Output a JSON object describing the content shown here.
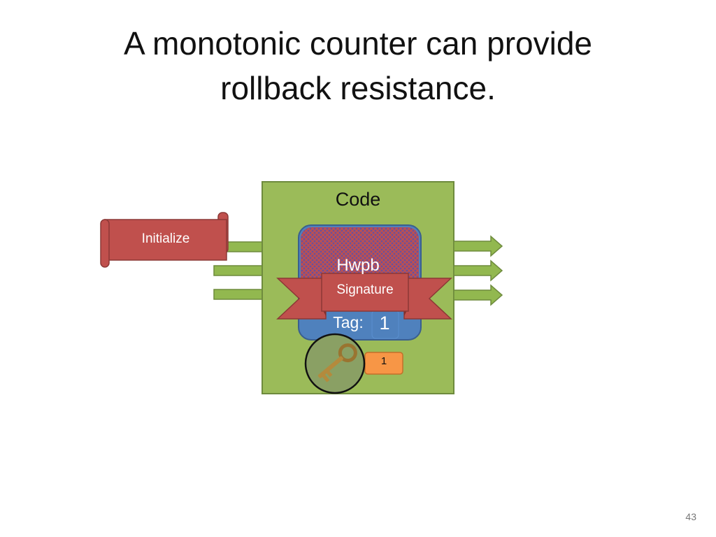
{
  "slide": {
    "title_lines": [
      "A monotonic counter can provide",
      "rollback resistance."
    ],
    "page_number": "43"
  },
  "diagram": {
    "code_label": "Code",
    "protected_label": "Hwpb",
    "tag_label": "Tag:",
    "tag_value": "1",
    "counter_value": "1",
    "initialize_label": "Initialize",
    "signature_label": "Signature",
    "key_icon": "key-icon"
  },
  "colors": {
    "code_box": "#9bbb59",
    "code_border": "#6e8b3d",
    "arrow": "#92b84f",
    "protected_box": "#4f81bd",
    "hatch_red": "#b04a6a",
    "hatch_blue": "#5a4f9e",
    "scroll": "#c0504d",
    "counter_box": "#f79646",
    "key": "#b79046"
  }
}
